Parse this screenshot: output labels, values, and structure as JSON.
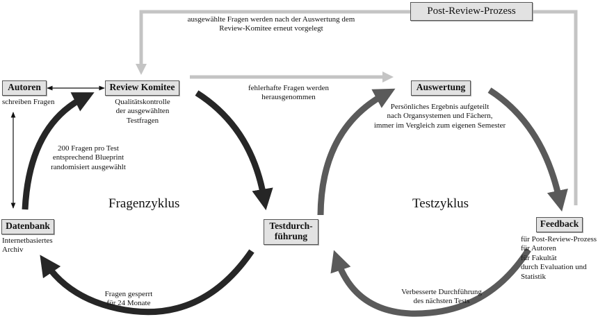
{
  "post_review": {
    "box_label": "Post-Review-Prozess",
    "note": "ausgewählte Fragen werden nach der Auswertung dem\nReview-Komitee erneut vorgelegt"
  },
  "nodes": {
    "autoren": {
      "label": "Autoren",
      "desc": "schreiben Fragen"
    },
    "review_komitee": {
      "label": "Review Komitee",
      "desc": "Qualitätskontrolle\nder ausgewählten\nTestfragen"
    },
    "auswertung": {
      "label": "Auswertung",
      "desc": "Persönliches Ergebnis aufgeteilt\nnach Organsystemen und Fächern,\nimmer im Vergleich zum eigenen Semester"
    },
    "datenbank": {
      "label": "Datenbank",
      "desc": "Internetbasiertes\nArchiv"
    },
    "testdurchfuehrung": {
      "label": "Testdurch-\nführung"
    },
    "feedback": {
      "label": "Feedback",
      "desc": "für Post-Review-Prozess\nfür Autoren\nfür Fakultät\ndurch Evaluation und\nStatistik"
    }
  },
  "cycles": {
    "fragenzyklus": "Fragenzyklus",
    "testzyklus": "Testzyklus"
  },
  "edge_labels": {
    "fehlerhafte": "fehlerhafte Fragen werden\nherausgenommen",
    "blueprint": "200 Fragen pro Test\nentsprechend Blueprint\nrandomisiert ausgewählt",
    "gesperrt": "Fragen gesperrt\nfür 24 Monate",
    "verbesserte": "Verbesserte Durchführung\ndes nächsten Tests"
  },
  "colors": {
    "box_fill": "#e2e2e2",
    "dark_arrow": "#262626",
    "mid_arrow": "#5a5a5a",
    "light_arrow": "#c4c4c4"
  }
}
